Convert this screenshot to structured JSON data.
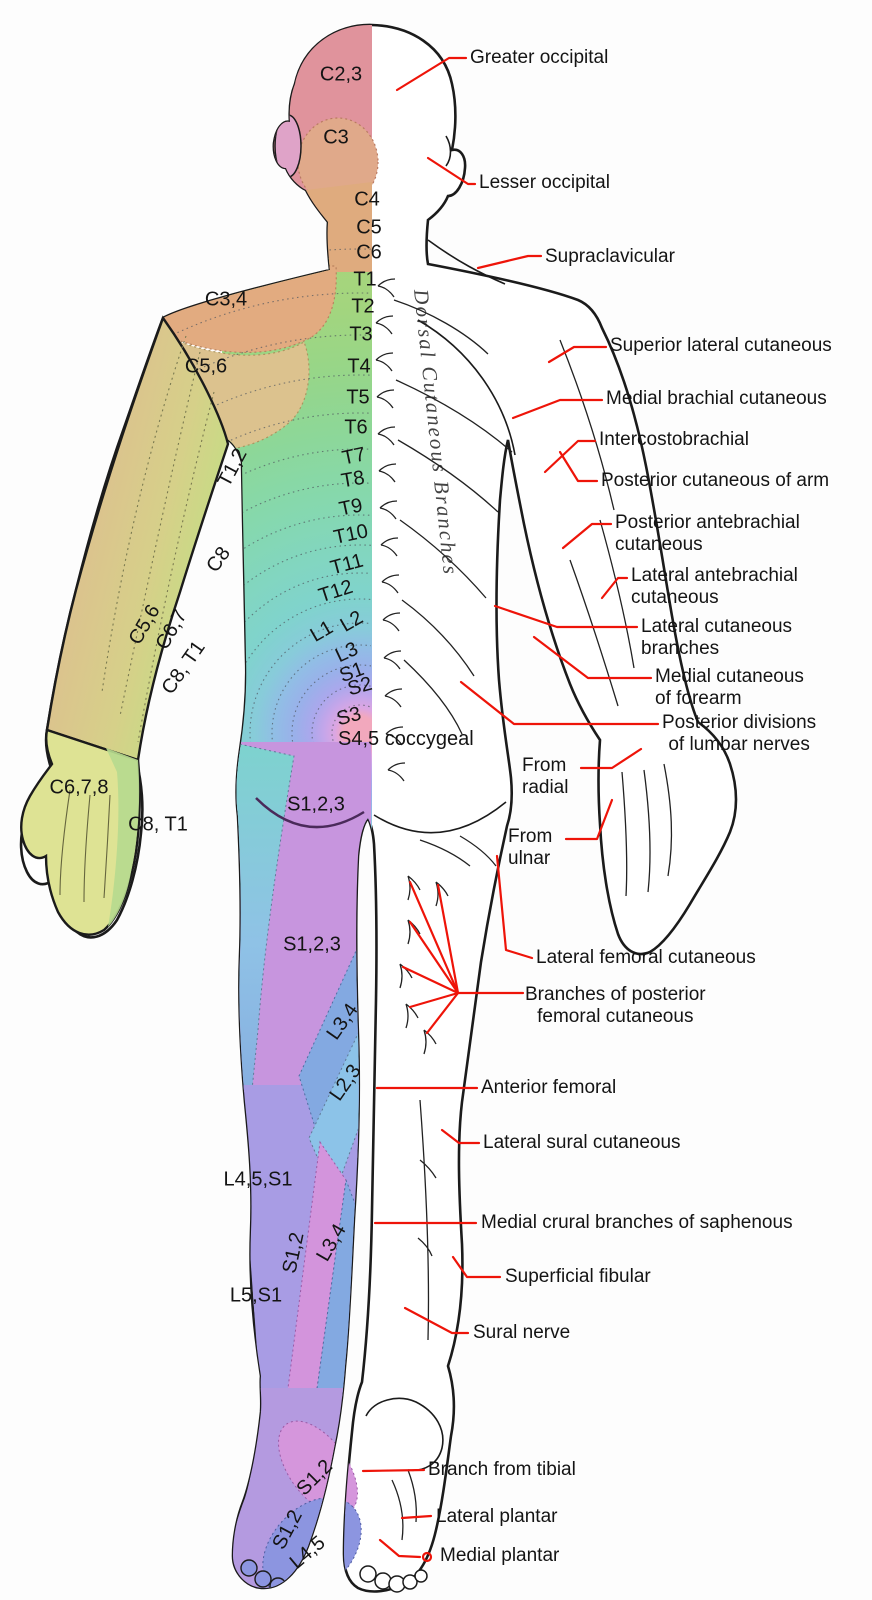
{
  "figure": {
    "kind": "dermatome-diagram",
    "view": "posterior",
    "spine_annotation": "Dorsal Cutaneous Branches"
  },
  "dermatome_labels": [
    {
      "text": "C2,3"
    },
    {
      "text": "C3"
    },
    {
      "text": "C4"
    },
    {
      "text": "C5"
    },
    {
      "text": "C6"
    },
    {
      "text": "T1"
    },
    {
      "text": "T2"
    },
    {
      "text": "T3"
    },
    {
      "text": "T4"
    },
    {
      "text": "T5"
    },
    {
      "text": "T6"
    },
    {
      "text": "T7"
    },
    {
      "text": "T8"
    },
    {
      "text": "T9"
    },
    {
      "text": "T10"
    },
    {
      "text": "T11"
    },
    {
      "text": "T12"
    },
    {
      "text": "L1"
    },
    {
      "text": "L2"
    },
    {
      "text": "L3"
    },
    {
      "text": "S1"
    },
    {
      "text": "S2"
    },
    {
      "text": "S3"
    },
    {
      "text": "S4,5 coccygeal"
    },
    {
      "text": "C3,4"
    },
    {
      "text": "C5,6"
    },
    {
      "text": "T1,2"
    },
    {
      "text": "C8"
    },
    {
      "text": "C5,6"
    },
    {
      "text": "C6,7"
    },
    {
      "text": "C8, T1"
    },
    {
      "text": "C6,7,8"
    },
    {
      "text": "C8, T1"
    },
    {
      "text": "S1,2,3"
    },
    {
      "text": "S1,2,3"
    },
    {
      "text": "L3,4"
    },
    {
      "text": "L2,3"
    },
    {
      "text": "L4,5,S1"
    },
    {
      "text": "S1,2"
    },
    {
      "text": "L3,4"
    },
    {
      "text": "L5,S1"
    },
    {
      "text": "S1,2"
    },
    {
      "text": "S1,2"
    },
    {
      "text": "L4,5"
    }
  ],
  "nerve_labels": [
    {
      "text": "Greater occipital"
    },
    {
      "text": "Lesser occipital"
    },
    {
      "text": "Supraclavicular"
    },
    {
      "text": "Superior lateral cutaneous"
    },
    {
      "text": "Medial brachial cutaneous"
    },
    {
      "text": "Intercostobrachial"
    },
    {
      "text": "Posterior cutaneous of arm"
    },
    {
      "text": "Posterior antebrachial\ncutaneous"
    },
    {
      "text": "Lateral antebrachial\ncutaneous"
    },
    {
      "text": "Lateral cutaneous\nbranches"
    },
    {
      "text": "Medial cutaneous\nof forearm"
    },
    {
      "text": "Posterior divisions\nof lumbar nerves"
    },
    {
      "text": "From\nradial"
    },
    {
      "text": "From\nulnar"
    },
    {
      "text": "Lateral femoral cutaneous"
    },
    {
      "text": "Branches of posterior\nfemoral cutaneous"
    },
    {
      "text": "Anterior femoral"
    },
    {
      "text": "Lateral sural cutaneous"
    },
    {
      "text": "Medial crural branches of saphenous"
    },
    {
      "text": "Superficial fibular"
    },
    {
      "text": "Sural nerve"
    },
    {
      "text": "Branch from tibial"
    },
    {
      "text": "Lateral plantar"
    },
    {
      "text": "Medial plantar"
    }
  ],
  "colors": {
    "leader_red": "#ee1409",
    "outline_black": "#1b1b1b",
    "head_c23": "#e0939c",
    "ear": "#dfa3c8",
    "occiput_c3": "#e0a98a",
    "neck_c456": "#dfab7e",
    "shoulder_c34": "#e2ab80",
    "scapula_c56": "#dcc28e",
    "upper_back_green": "#a8d68a",
    "mid_back_teal": "#84d7b2",
    "lower_back_cyan": "#7ed2cf",
    "lumbar_blue": "#93b9e4",
    "sacral_purple": "#b4a2e6",
    "sacral_center_pink": "#f0a6bc",
    "buttock_thigh_orchid": "#c795de",
    "arm_yellow_green": "#c9da86",
    "hand_yellow": "#dee394",
    "hand_green": "#b6da8e",
    "leg_l23_lightblue": "#8cc3e8",
    "leg_l34_cornflower": "#83a9e1",
    "calf_l45s1_periwinkle": "#a89ce4",
    "calf_s12_pink": "#d394dc",
    "foot_l45_blue": "#8c95e0"
  }
}
